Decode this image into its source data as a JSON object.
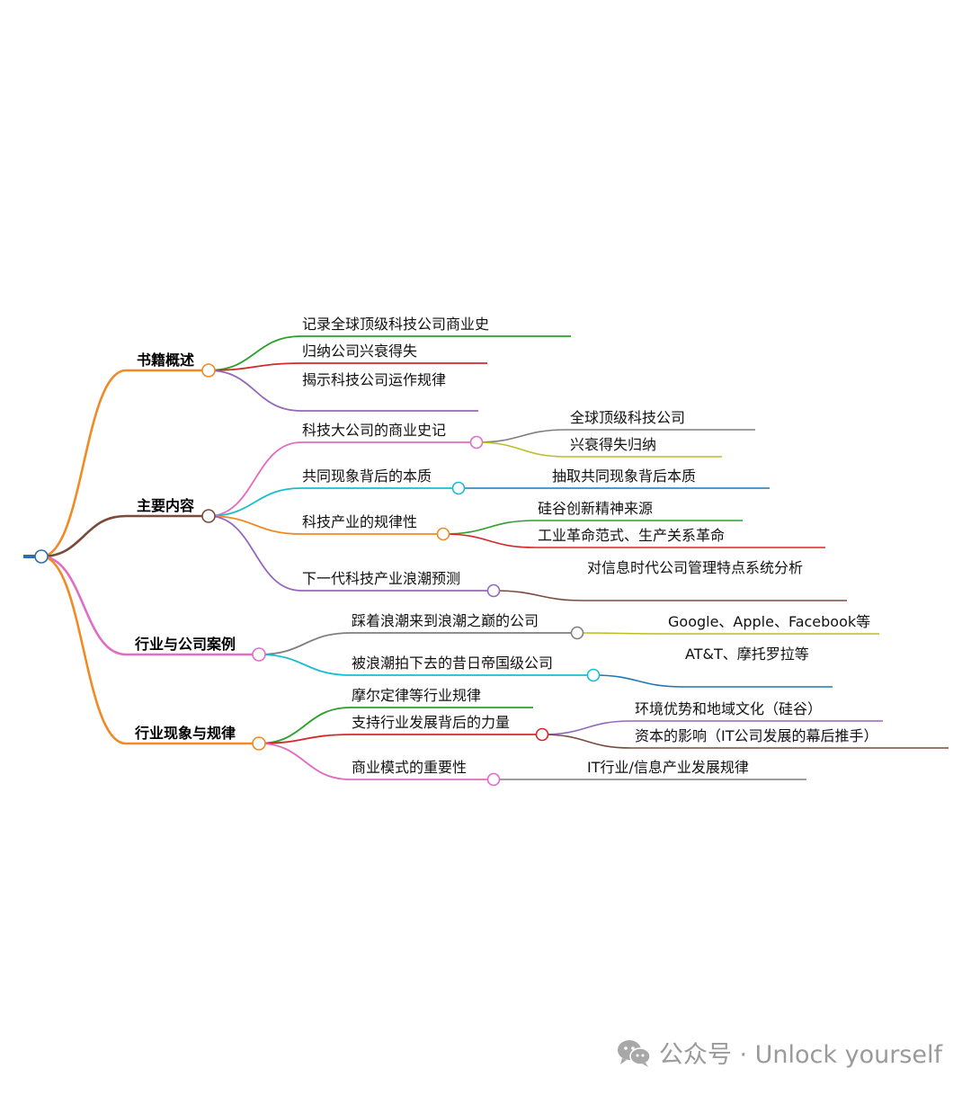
{
  "colors": {
    "root": "#2d6db0",
    "orange": "#f08a24",
    "brown": "#7a4a3c",
    "pink": "#e26bc4",
    "green": "#2ba02b",
    "red": "#d62728",
    "purple": "#9467bd",
    "gray": "#7f7f7f",
    "olive": "#bcbd22",
    "teal": "#17becf",
    "blue": "#1f77b4",
    "watermark": "#9a9a9a"
  },
  "branches": [
    {
      "label": "书籍概述",
      "color": "orange",
      "children": [
        {
          "label": "记录全球顶级科技公司商业史",
          "color": "green"
        },
        {
          "label": "归纳公司兴衰得失",
          "color": "red"
        },
        {
          "label": "揭示科技公司运作规律",
          "color": "purple"
        }
      ]
    },
    {
      "label": "主要内容",
      "color": "brown",
      "children": [
        {
          "label": "科技大公司的商业史记",
          "color": "pink",
          "children": [
            {
              "label": "全球顶级科技公司",
              "color": "gray"
            },
            {
              "label": "兴衰得失归纳",
              "color": "olive"
            }
          ]
        },
        {
          "label": "共同现象背后的本质",
          "color": "teal",
          "children": [
            {
              "label": "抽取共同现象背后本质",
              "color": "blue"
            }
          ]
        },
        {
          "label": "科技产业的规律性",
          "color": "orange",
          "children": [
            {
              "label": "硅谷创新精神来源",
              "color": "green"
            },
            {
              "label": "工业革命范式、生产关系革命",
              "color": "red"
            }
          ]
        },
        {
          "label": "下一代科技产业浪潮预测",
          "color": "purple",
          "children": [
            {
              "label": "对信息时代公司管理特点系统分析",
              "color": "brown"
            }
          ]
        }
      ]
    },
    {
      "label": "行业与公司案例",
      "color": "pink",
      "children": [
        {
          "label": "踩着浪潮来到浪潮之巅的公司",
          "color": "gray",
          "children": [
            {
              "label": "Google、Apple、Facebook等",
              "color": "olive"
            }
          ]
        },
        {
          "label": "被浪潮拍下去的昔日帝国级公司",
          "color": "teal",
          "children": [
            {
              "label": "AT&T、摩托罗拉等",
              "color": "blue"
            }
          ]
        }
      ]
    },
    {
      "label": "行业现象与规律",
      "color": "orange",
      "children": [
        {
          "label": "摩尔定律等行业规律",
          "color": "green"
        },
        {
          "label": "支持行业发展背后的力量",
          "color": "red",
          "children": [
            {
              "label": "环境优势和地域文化（硅谷）",
              "color": "purple"
            },
            {
              "label": "资本的影响（IT公司发展的幕后推手）",
              "color": "brown"
            }
          ]
        },
        {
          "label": "商业模式的重要性",
          "color": "pink",
          "children": [
            {
              "label": "IT行业/信息产业发展规律",
              "color": "gray"
            }
          ]
        }
      ]
    }
  ],
  "watermark": {
    "icon": "wechat-icon",
    "text": "公众号 · Unlock yourself"
  }
}
